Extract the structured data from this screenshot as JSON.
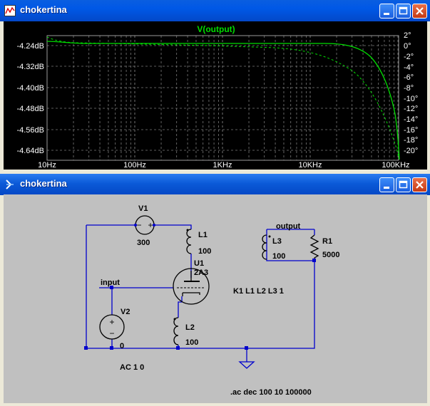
{
  "plot_window": {
    "title": "chokertina",
    "trace_label": "V(output)",
    "left_axis_labels": [
      "-4.24dB",
      "-4.32dB",
      "-4.40dB",
      "-4.48dB",
      "-4.56dB",
      "-4.64dB"
    ],
    "right_axis_labels": [
      "2°",
      "0°",
      "-2°",
      "-4°",
      "-6°",
      "-8°",
      "-10°",
      "-12°",
      "-14°",
      "-16°",
      "-18°",
      "-20°"
    ],
    "x_axis_labels": [
      "10Hz",
      "100Hz",
      "1KHz",
      "10KHz",
      "100KHz"
    ],
    "colors": {
      "background": "#000000",
      "trace": "#00dd00",
      "grid": "#808080",
      "text": "#ffffff"
    }
  },
  "schematic_window": {
    "title": "chokertina",
    "labels": {
      "v1": "V1",
      "v1_value": "300",
      "l1": "L1",
      "l1_value": "100",
      "u1": "U1",
      "u1_value": "2A3",
      "input": "input",
      "v2": "V2",
      "v2_value": "0",
      "l2": "L2",
      "l2_value": "100",
      "output": "output",
      "l3": "L3",
      "l3_value": "100",
      "r1": "R1",
      "r1_value": "5000",
      "coupling": "K1 L1 L2 L3 1",
      "ac_spec": "AC 1 0",
      "sim_cmd": ".ac dec 100 10 100000"
    },
    "colors": {
      "background": "#c0c0c0",
      "wire": "#0000cc",
      "text": "#000000"
    }
  }
}
